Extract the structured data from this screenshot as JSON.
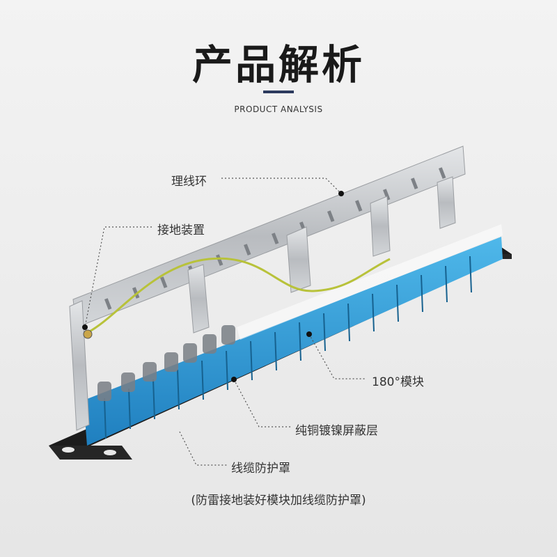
{
  "header": {
    "title": "产品解析",
    "subtitle": "PRODUCT ANALYSIS"
  },
  "callouts": {
    "cable_ring": "理线环",
    "grounding": "接地装置",
    "module_180": "180°模块",
    "shield": "纯铜镀镍屏蔽层",
    "cable_cover": "线缆防护罩"
  },
  "footnote": "(防雷接地装好模块加线缆防护罩)",
  "colors": {
    "accent_bar": "#2c3a5e",
    "module_blue": "#2f9fd8",
    "steel": "#c9ccd0",
    "panel_black": "#1c1c1c"
  }
}
